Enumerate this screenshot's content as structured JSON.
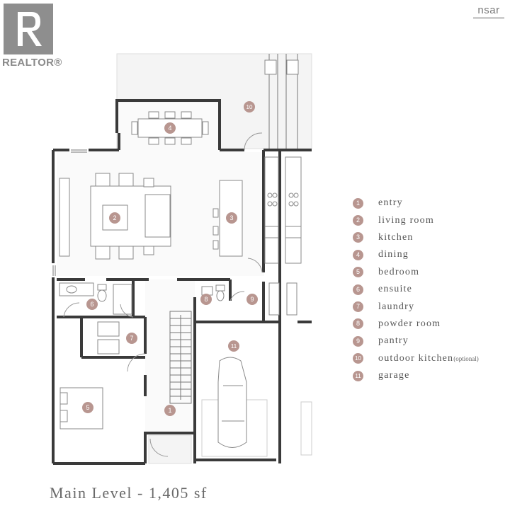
{
  "logos": {
    "realtor": "REALTOR®",
    "nsar": "nsar"
  },
  "rooms": [
    {
      "number": "1",
      "name": "entry"
    },
    {
      "number": "2",
      "name": "living room"
    },
    {
      "number": "3",
      "name": "kitchen"
    },
    {
      "number": "4",
      "name": "dining"
    },
    {
      "number": "5",
      "name": "bedroom"
    },
    {
      "number": "6",
      "name": "ensuite"
    },
    {
      "number": "7",
      "name": "laundry"
    },
    {
      "number": "8",
      "name": "powder room"
    },
    {
      "number": "9",
      "name": "pantry"
    },
    {
      "number": "10",
      "name": "outdoor kitchen",
      "note": "(optional)"
    },
    {
      "number": "11",
      "name": "garage"
    }
  ],
  "caption": "Main Level - 1,405 sf",
  "colors": {
    "badge": "#b89690",
    "wall": "#3a3a3a",
    "text": "#555555"
  }
}
